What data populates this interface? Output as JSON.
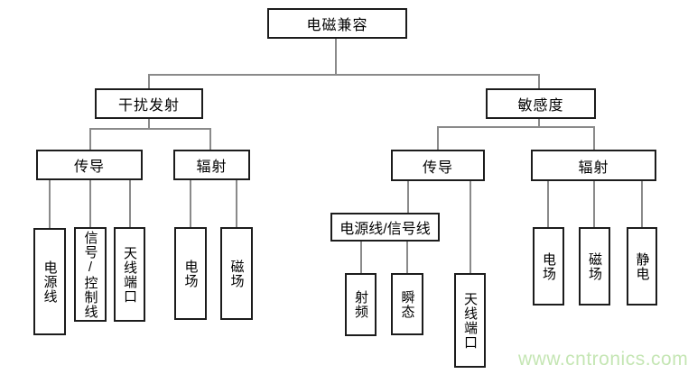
{
  "diagram_title": "电磁兼容",
  "nodes": {
    "root": "电磁兼容",
    "emission": "干扰发射",
    "susceptibility": "敏感度",
    "emission_conducted": "传导",
    "emission_radiated": "辐射",
    "power_line": "电源线",
    "signal_control_line": "信号/控制线",
    "antenna_port_left": "天线端口",
    "electric_field_left": "电场",
    "magnetic_field_left": "磁场",
    "sus_conducted": "传导",
    "sus_radiated": "辐射",
    "power_signal_line": "电源线/信号线",
    "rf": "射频",
    "transient": "瞬态",
    "antenna_port_right": "天线端口",
    "electric_field_right": "电场",
    "magnetic_field_right": "磁场",
    "static_electricity": "静电"
  },
  "hierarchy": {
    "电磁兼容": {
      "干扰发射": {
        "传导": [
          "电源线",
          "信号/控制线",
          "天线端口"
        ],
        "辐射": [
          "电场",
          "磁场"
        ]
      },
      "敏感度": {
        "传导": {
          "电源线/信号线": [
            "射频",
            "瞬态"
          ],
          "天线端口": []
        },
        "辐射": [
          "电场",
          "磁场",
          "静电"
        ]
      }
    }
  },
  "watermark": {
    "text": "www.cntronics.com",
    "color": "#c5e6b4"
  },
  "colors": {
    "background": "#ffffff",
    "box_border": "#1c1c1c",
    "connector_line": "#8a8a8a",
    "text": "#000000"
  }
}
